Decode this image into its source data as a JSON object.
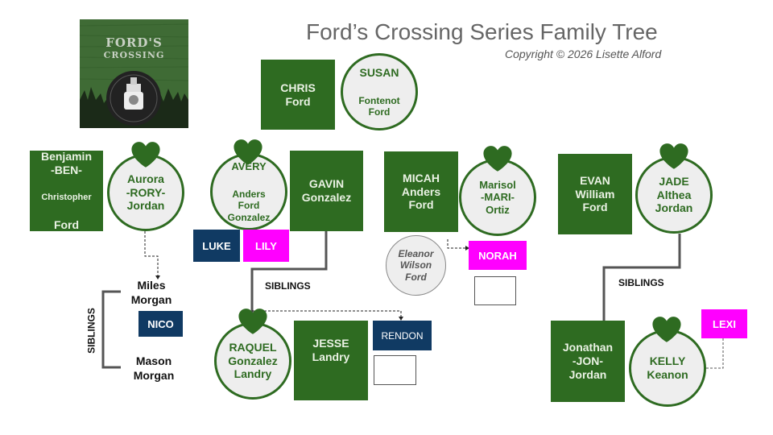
{
  "header": {
    "title": "Ford’s Crossing Series Family Tree",
    "copyright": "Copyright © 2026 Lisette Alford"
  },
  "logo": {
    "line1": "FORD'S",
    "line2": "CROSSING"
  },
  "people": {
    "chris": "CHRIS\nFord",
    "susan_first": "SUSAN",
    "susan_rest": "Fontenot\nFord",
    "benjamin_a": "Benjamin\n-BEN-",
    "benjamin_b": "Christopher",
    "benjamin_c": "Ford",
    "aurora": "Aurora\n-RORY-\nJordan",
    "avery_first": "AVERY",
    "avery_rest": "Anders\nFord\nGonzalez",
    "gavin": "GAVIN\nGonzalez",
    "micah": "MICAH\nAnders\nFord",
    "marisol": "Marisol\n-MARI-\nOrtiz",
    "evan": "EVAN\nWilliam\nFord",
    "jade": "JADE\nAlthea\nJordan",
    "eleanor": "Eleanor\nWilson\nFord",
    "raquel": "RAQUEL\nGonzalez\nLandry",
    "jesse": "JESSE\nLandry",
    "jonathan": "Jonathan\n-JON-\nJordan",
    "kelly": "KELLY\nKeanon",
    "miles": "Miles\nMorgan",
    "mason": "Mason\nMorgan"
  },
  "children": {
    "luke": "LUKE",
    "lily": "LILY",
    "norah": "NORAH",
    "nico": "NICO",
    "rendon": "RENDON",
    "lexi": "LEXI"
  },
  "labels": {
    "siblings_1": "SIBLINGS",
    "siblings_2": "SIBLINGS",
    "siblings_vertical": "SIBLINGS"
  },
  "colors": {
    "green": "#2e6b21",
    "circle_fill": "#eeeeee",
    "navy": "#103a63",
    "pink": "#ff00ff",
    "title_gray": "#666666"
  }
}
